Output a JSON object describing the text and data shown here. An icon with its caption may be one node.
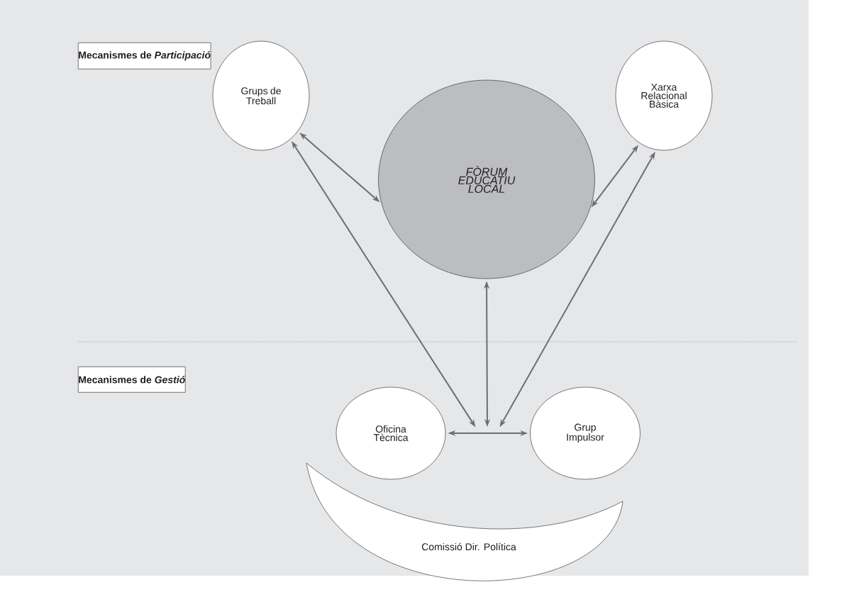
{
  "diagram": {
    "nodes": [
      {
        "text": [
          "Mecanismes de *Participació*"
        ]
      },
      {
        "text": [
          "Grups de Treball"
        ]
      },
      {
        "text": [
          "FÒRUM EDUCATIU LOCAL"
        ]
      },
      {
        "text": [
          "Xarxa Relacional Bàsica"
        ]
      },
      {
        "text": [
          "Mecanismes de *Gestió*"
        ]
      },
      {
        "text": [
          "Oficina Tècnica"
        ]
      },
      {
        "text": [
          "Grup Impulsor"
        ]
      },
      {
        "text": [
          "Comissió Dir. Política"
        ]
      }
    ],
    "edges": [
      {
        "from": 1,
        "to": 2,
        "arrow": "both"
      },
      {
        "from": 3,
        "to": 2,
        "arrow": "both"
      },
      {
        "from": 5,
        "to": 6,
        "arrow": "both"
      },
      {
        "from": null,
        "to": 1,
        "arrow": "both"
      },
      {
        "from": null,
        "to": 2,
        "arrow": "both"
      },
      {
        "from": null,
        "to": 3,
        "arrow": "both"
      }
    ]
  }
}
